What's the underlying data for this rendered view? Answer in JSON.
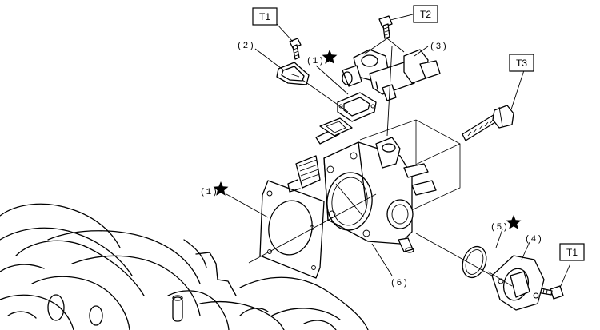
{
  "diagram": {
    "labels": {
      "t1_top": "T1",
      "t2": "T2",
      "t3": "T3",
      "t1_bottom": "T1",
      "part2": "(2)",
      "part3": "(3)",
      "part1_upper": "(1)",
      "part1_lower": "(1)",
      "part4": "(4)",
      "part5": "(5)",
      "part6": "(6)"
    },
    "star_marked_parts": [
      "part1_upper",
      "part1_lower",
      "part5"
    ]
  }
}
